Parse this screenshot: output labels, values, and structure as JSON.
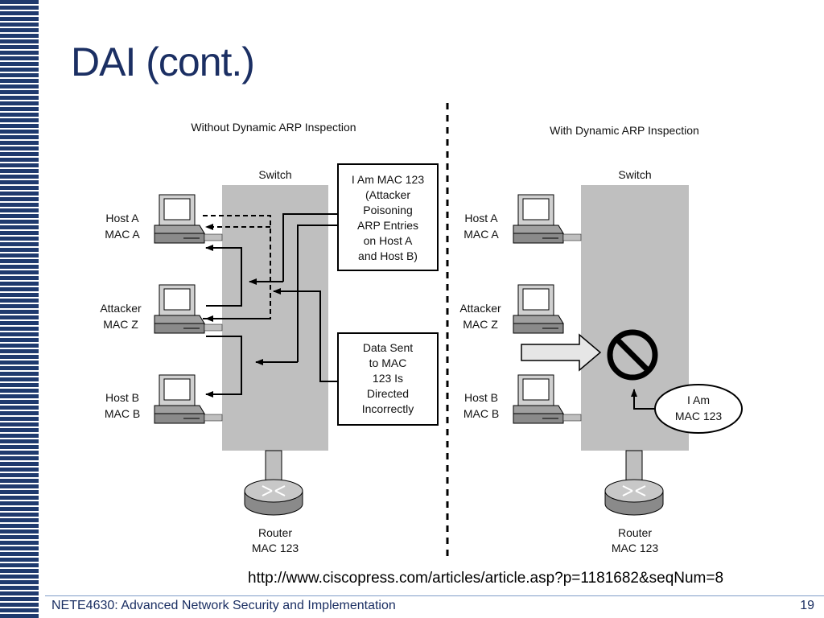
{
  "slide": {
    "title": "DAI (cont.)",
    "source_url": "http://www.ciscopress.com/articles/article.asp?p=1181682&seqNum=8",
    "footer": "NETE4630: Advanced Network Security and Implementation",
    "page_number": "19"
  },
  "left_panel": {
    "heading": "Without Dynamic ARP Inspection",
    "switch_label": "Switch",
    "hosts": [
      {
        "name": "Host A",
        "mac": "MAC A"
      },
      {
        "name": "Attacker",
        "mac": "MAC Z"
      },
      {
        "name": "Host B",
        "mac": "MAC B"
      }
    ],
    "callout_1": [
      "I Am MAC 123",
      "(Attacker",
      "Poisoning",
      "ARP Entries",
      "on Host A",
      "and Host B)"
    ],
    "callout_2": [
      "Data Sent",
      "to MAC",
      "123 Is",
      "Directed",
      "Incorrectly"
    ],
    "router": {
      "name": "Router",
      "mac": "MAC 123"
    }
  },
  "right_panel": {
    "heading": "With Dynamic ARP Inspection",
    "switch_label": "Switch",
    "hosts": [
      {
        "name": "Host A",
        "mac": "MAC A"
      },
      {
        "name": "Attacker",
        "mac": "MAC Z"
      },
      {
        "name": "Host B",
        "mac": "MAC B"
      }
    ],
    "bubble": [
      "I Am",
      "MAC 123"
    ],
    "router": {
      "name": "Router",
      "mac": "MAC 123"
    }
  },
  "colors": {
    "title": "#1b2f63",
    "switch_fill": "#bfbfbf",
    "stripe": "#1f3a6e"
  },
  "icons": {
    "computer": "computer-icon",
    "router": "router-icon",
    "blocked": "prohibited-icon"
  }
}
